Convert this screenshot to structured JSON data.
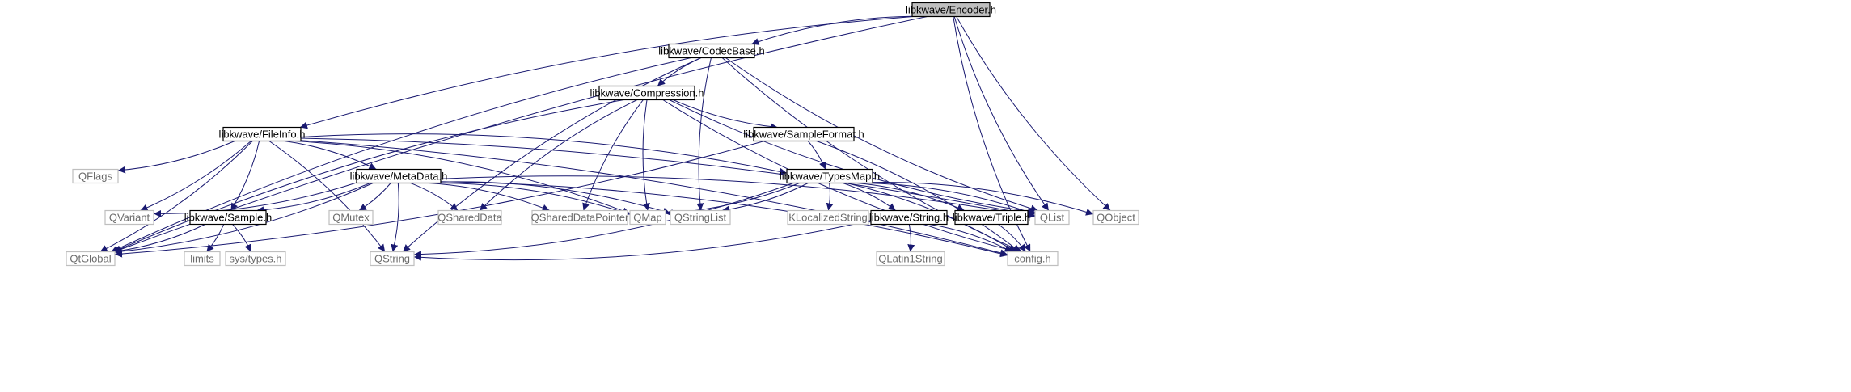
{
  "colors": {
    "edge": "#191970",
    "node_text": "#000000",
    "external_text": "#6b6b6b",
    "external_border": "#bfbfbf",
    "internal_border": "#000000",
    "root_fill": "#bfbfbf"
  },
  "nodes": [
    {
      "id": "encoder",
      "label": "libkwave/Encoder.h",
      "kind": "root"
    },
    {
      "id": "codecbase",
      "label": "libkwave/CodecBase.h",
      "kind": "internal"
    },
    {
      "id": "compression",
      "label": "libkwave/Compression.h",
      "kind": "internal"
    },
    {
      "id": "fileinfo",
      "label": "libkwave/FileInfo.h",
      "kind": "internal"
    },
    {
      "id": "sampleformat",
      "label": "libkwave/SampleFormat.h",
      "kind": "internal"
    },
    {
      "id": "metadata",
      "label": "libkwave/MetaData.h",
      "kind": "internal"
    },
    {
      "id": "typesmap",
      "label": "libkwave/TypesMap.h",
      "kind": "internal"
    },
    {
      "id": "sample",
      "label": "libkwave/Sample.h",
      "kind": "internal"
    },
    {
      "id": "string",
      "label": "libkwave/String.h",
      "kind": "internal"
    },
    {
      "id": "triple",
      "label": "libkwave/Triple.h",
      "kind": "internal"
    },
    {
      "id": "qflags",
      "label": "QFlags",
      "kind": "external"
    },
    {
      "id": "qvariant",
      "label": "QVariant",
      "kind": "external"
    },
    {
      "id": "qmutex",
      "label": "QMutex",
      "kind": "external"
    },
    {
      "id": "qshareddata",
      "label": "QSharedData",
      "kind": "external"
    },
    {
      "id": "qshareddatapointer",
      "label": "QSharedDataPointer",
      "kind": "external"
    },
    {
      "id": "qmap",
      "label": "QMap",
      "kind": "external"
    },
    {
      "id": "qstringlist",
      "label": "QStringList",
      "kind": "external"
    },
    {
      "id": "klocalizedstring",
      "label": "KLocalizedString",
      "kind": "external"
    },
    {
      "id": "qlist",
      "label": "QList",
      "kind": "external"
    },
    {
      "id": "qobject",
      "label": "QObject",
      "kind": "external"
    },
    {
      "id": "qtglobal",
      "label": "QtGlobal",
      "kind": "external"
    },
    {
      "id": "limits",
      "label": "limits",
      "kind": "external"
    },
    {
      "id": "systypes",
      "label": "sys/types.h",
      "kind": "external"
    },
    {
      "id": "qstring",
      "label": "QString",
      "kind": "external"
    },
    {
      "id": "qlatin1string",
      "label": "QLatin1String",
      "kind": "external"
    },
    {
      "id": "config",
      "label": "config.h",
      "kind": "external"
    }
  ],
  "edges": [
    [
      "encoder",
      "codecbase"
    ],
    [
      "encoder",
      "fileinfo"
    ],
    [
      "encoder",
      "qtglobal"
    ],
    [
      "encoder",
      "qlist"
    ],
    [
      "encoder",
      "qobject"
    ],
    [
      "encoder",
      "config"
    ],
    [
      "codecbase",
      "compression"
    ],
    [
      "codecbase",
      "qtglobal"
    ],
    [
      "codecbase",
      "qstring"
    ],
    [
      "codecbase",
      "qstringlist"
    ],
    [
      "codecbase",
      "qlist"
    ],
    [
      "codecbase",
      "config"
    ],
    [
      "compression",
      "sampleformat"
    ],
    [
      "compression",
      "qtglobal"
    ],
    [
      "compression",
      "qshareddata"
    ],
    [
      "compression",
      "qshareddatapointer"
    ],
    [
      "compression",
      "qmap"
    ],
    [
      "compression",
      "qlist"
    ],
    [
      "compression",
      "config"
    ],
    [
      "fileinfo",
      "metadata"
    ],
    [
      "fileinfo",
      "typesmap"
    ],
    [
      "fileinfo",
      "sample"
    ],
    [
      "fileinfo",
      "qflags"
    ],
    [
      "fileinfo",
      "qvariant"
    ],
    [
      "fileinfo",
      "qtglobal"
    ],
    [
      "fileinfo",
      "qstring"
    ],
    [
      "fileinfo",
      "qmap"
    ],
    [
      "fileinfo",
      "qlist"
    ],
    [
      "fileinfo",
      "config"
    ],
    [
      "sampleformat",
      "typesmap"
    ],
    [
      "sampleformat",
      "qtglobal"
    ],
    [
      "sampleformat",
      "config"
    ],
    [
      "metadata",
      "sample"
    ],
    [
      "metadata",
      "qvariant"
    ],
    [
      "metadata",
      "qtglobal"
    ],
    [
      "metadata",
      "qmutex"
    ],
    [
      "metadata",
      "qshareddata"
    ],
    [
      "metadata",
      "qshareddatapointer"
    ],
    [
      "metadata",
      "qmap"
    ],
    [
      "metadata",
      "qstringlist"
    ],
    [
      "metadata",
      "qstring"
    ],
    [
      "metadata",
      "qlist"
    ],
    [
      "metadata",
      "config"
    ],
    [
      "typesmap",
      "string"
    ],
    [
      "typesmap",
      "triple"
    ],
    [
      "typesmap",
      "qmap"
    ],
    [
      "typesmap",
      "qstringlist"
    ],
    [
      "typesmap",
      "klocalizedstring"
    ],
    [
      "typesmap",
      "qlist"
    ],
    [
      "typesmap",
      "qobject"
    ],
    [
      "typesmap",
      "qstring"
    ],
    [
      "typesmap",
      "config"
    ],
    [
      "sample",
      "qtglobal"
    ],
    [
      "sample",
      "limits"
    ],
    [
      "sample",
      "systypes"
    ],
    [
      "string",
      "qlatin1string"
    ],
    [
      "string",
      "qstring"
    ],
    [
      "string",
      "config"
    ],
    [
      "triple",
      "config"
    ]
  ]
}
